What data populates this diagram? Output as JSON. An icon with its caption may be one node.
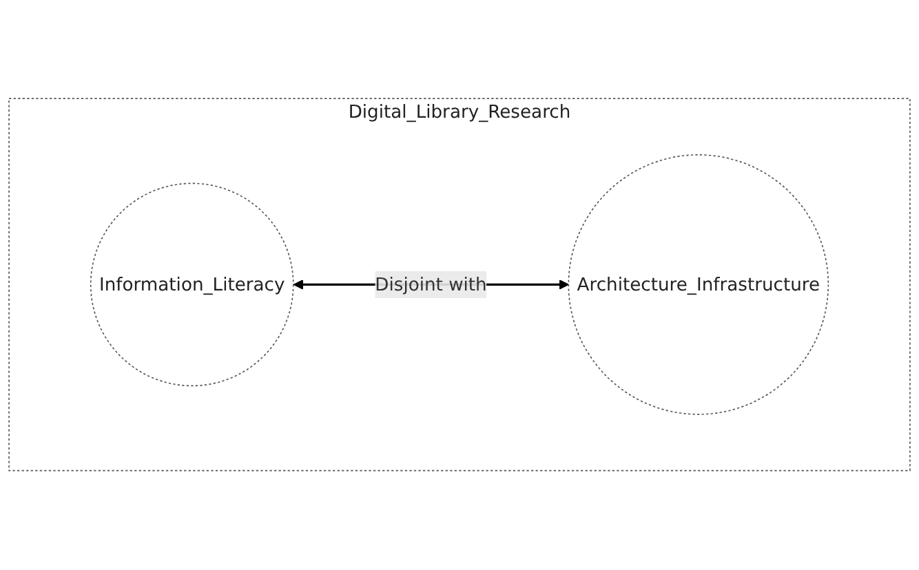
{
  "diagram": {
    "nodes": [
      {
        "text": [
          "Digital_Library_Research"
        ]
      },
      {
        "text": [
          "Information_Literacy"
        ],
        "in": 0
      },
      {
        "text": [
          "Architecture_Infrastructure"
        ],
        "in": 0
      }
    ],
    "edges": [
      {
        "from": 1,
        "to": 2,
        "arrow": "both",
        "label": "Disjoint with"
      }
    ]
  }
}
